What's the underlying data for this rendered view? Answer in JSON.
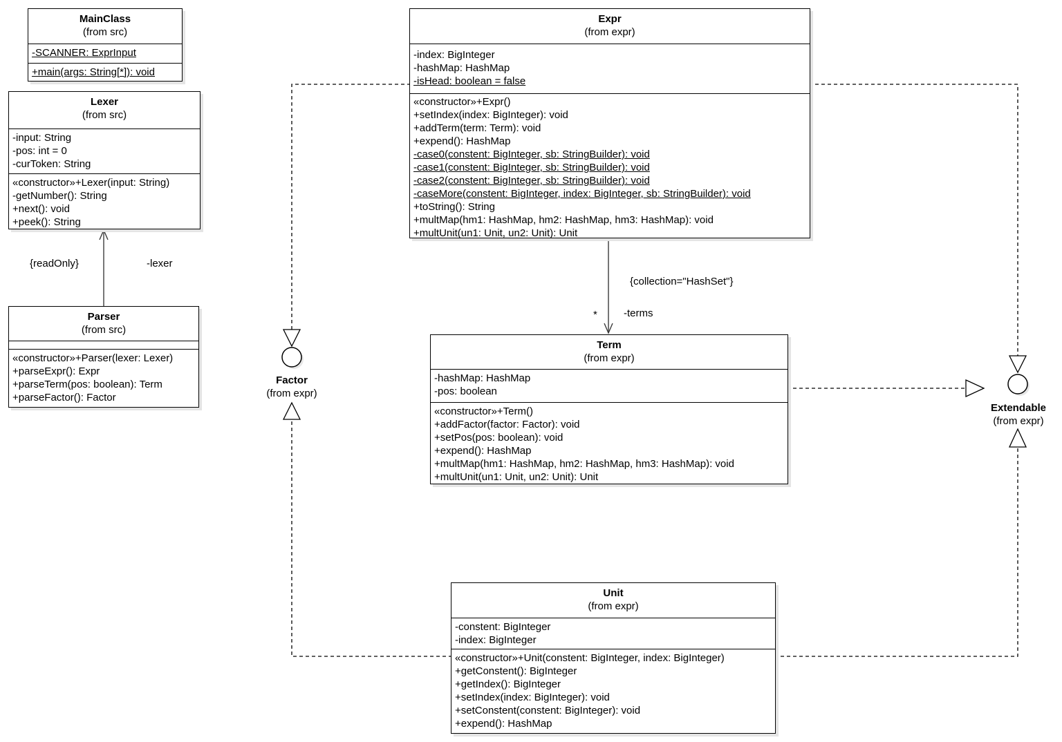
{
  "classes": {
    "mainclass": {
      "name": "MainClass",
      "from": "(from src)",
      "attrs": [
        "-SCANNER: ExprInput"
      ],
      "methods": [
        "+main(args: String[*]): void"
      ]
    },
    "lexer": {
      "name": "Lexer",
      "from": "(from src)",
      "attrs": [
        "-input: String",
        "-pos: int = 0",
        "-curToken: String"
      ],
      "methods": [
        "«constructor»+Lexer(input: String)",
        "-getNumber(): String",
        "+next(): void",
        "+peek(): String"
      ]
    },
    "parser": {
      "name": "Parser",
      "from": "(from src)",
      "attrs": [],
      "methods": [
        "«constructor»+Parser(lexer: Lexer)",
        "+parseExpr(): Expr",
        "+parseTerm(pos: boolean): Term",
        "+parseFactor(): Factor"
      ]
    },
    "expr": {
      "name": "Expr",
      "from": "(from expr)",
      "attrs": [
        "-index: BigInteger",
        "-hashMap: HashMap",
        "-isHead: boolean = false"
      ],
      "methods": [
        "«constructor»+Expr()",
        "+setIndex(index: BigInteger): void",
        "+addTerm(term: Term): void",
        "+expend(): HashMap",
        "-case0(constent: BigInteger, sb: StringBuilder): void",
        "-case1(constent: BigInteger, sb: StringBuilder): void",
        "-case2(constent: BigInteger, sb: StringBuilder): void",
        "-caseMore(constent: BigInteger, index: BigInteger, sb: StringBuilder): void",
        "+toString(): String",
        "+multMap(hm1: HashMap, hm2: HashMap, hm3: HashMap): void",
        "+multUnit(un1: Unit, un2: Unit): Unit"
      ]
    },
    "term": {
      "name": "Term",
      "from": "(from expr)",
      "attrs": [
        "-hashMap: HashMap",
        "-pos: boolean"
      ],
      "methods": [
        "«constructor»+Term()",
        "+addFactor(factor: Factor): void",
        "+setPos(pos: boolean): void",
        "+expend(): HashMap",
        "+multMap(hm1: HashMap, hm2: HashMap, hm3: HashMap): void",
        "+multUnit(un1: Unit, un2: Unit): Unit"
      ]
    },
    "unit": {
      "name": "Unit",
      "from": "(from expr)",
      "attrs": [
        "-constent: BigInteger",
        "-index: BigInteger"
      ],
      "methods": [
        "«constructor»+Unit(constent: BigInteger, index: BigInteger)",
        "+getConstent(): BigInteger",
        "+getIndex(): BigInteger",
        "+setIndex(index: BigInteger): void",
        "+setConstent(constent: BigInteger): void",
        "+expend(): HashMap"
      ]
    }
  },
  "interfaces": {
    "factor": {
      "name": "Factor",
      "from": "(from expr)"
    },
    "extendable": {
      "name": "Extendable",
      "from": "(from expr)"
    }
  },
  "edge_labels": {
    "readonly": "{readOnly}",
    "lexer_role": "-lexer",
    "collection": "{collection=\"HashSet\"}",
    "terms_multiplicity": "*",
    "terms_role": "-terms"
  },
  "colors": {
    "line": "#000000",
    "box_background": "#ffffff",
    "shadow": "#e4e4e4"
  }
}
